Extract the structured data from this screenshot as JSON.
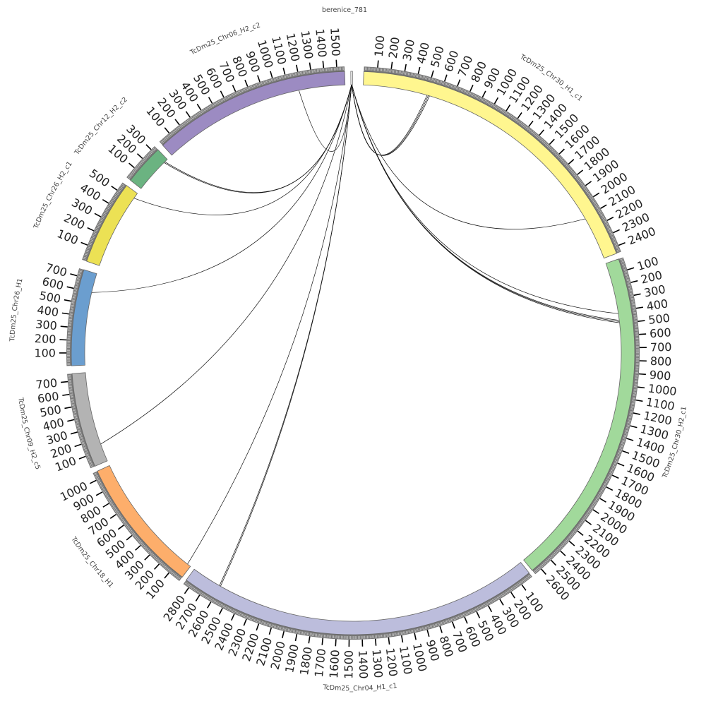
{
  "diagram": {
    "type": "circos",
    "tick_interval": 100,
    "sectors": [
      {
        "name": "berenice_781",
        "length": 10,
        "color": "#ffffff",
        "ticks": false
      },
      {
        "name": "TcDm25_Chr30_H1_c1",
        "length": 2450,
        "color": "#fff68f",
        "ticks": true
      },
      {
        "name": "TcDm25_Chr30_H2_c1",
        "length": 2660,
        "color": "#a1d99b",
        "ticks": true
      },
      {
        "name": "TcDm25_Chr04_H1_c1",
        "length": 2850,
        "color": "#bcbddc",
        "ticks": true
      },
      {
        "name": "TcDm25_Chr18_H1",
        "length": 1060,
        "color": "#fdae6b",
        "ticks": true
      },
      {
        "name": "TcDm25_Chr09_H2_c5",
        "length": 760,
        "color": "#b3b3b3",
        "ticks": true
      },
      {
        "name": "TcDm25_Chr26_H1",
        "length": 760,
        "color": "#6b9ecf",
        "ticks": true
      },
      {
        "name": "TcDm25_Chr26_H2_c1",
        "length": 560,
        "color": "#ece154",
        "ticks": true
      },
      {
        "name": "TcDm25_Chr12_H2_c2",
        "length": 340,
        "color": "#6bb381",
        "ticks": true
      },
      {
        "name": "TcDm25_Chr06_H2_c2",
        "length": 1560,
        "color": "#9c8bc2",
        "ticks": true
      }
    ],
    "links": [
      {
        "from": [
          "berenice_781",
          5
        ],
        "to": [
          "TcDm25_Chr06_H2_c2",
          1180
        ]
      },
      {
        "from": [
          "berenice_781",
          5
        ],
        "to": [
          "TcDm25_Chr30_H1_c1",
          505
        ]
      },
      {
        "from": [
          "berenice_781",
          5
        ],
        "to": [
          "TcDm25_Chr30_H1_c1",
          515
        ]
      },
      {
        "from": [
          "berenice_781",
          5
        ],
        "to": [
          "TcDm25_Chr30_H1_c1",
          525
        ]
      },
      {
        "from": [
          "berenice_781",
          5
        ],
        "to": [
          "TcDm25_Chr30_H1_c1",
          2110
        ]
      },
      {
        "from": [
          "berenice_781",
          6
        ],
        "to": [
          "TcDm25_Chr30_H2_c1",
          420
        ]
      },
      {
        "from": [
          "berenice_781",
          6
        ],
        "to": [
          "TcDm25_Chr30_H2_c1",
          475
        ]
      },
      {
        "from": [
          "berenice_781",
          6
        ],
        "to": [
          "TcDm25_Chr30_H2_c1",
          485
        ]
      },
      {
        "from": [
          "berenice_781",
          6
        ],
        "to": [
          "TcDm25_Chr30_H2_c1",
          495
        ]
      },
      {
        "from": [
          "berenice_781",
          4
        ],
        "to": [
          "TcDm25_Chr04_H1_c1",
          2595
        ]
      },
      {
        "from": [
          "berenice_781",
          4
        ],
        "to": [
          "TcDm25_Chr04_H1_c1",
          2605
        ]
      },
      {
        "from": [
          "berenice_781",
          4
        ],
        "to": [
          "TcDm25_Chr18_H1",
          30
        ]
      },
      {
        "from": [
          "berenice_781",
          4
        ],
        "to": [
          "TcDm25_Chr09_H2_c5",
          150
        ]
      },
      {
        "from": [
          "berenice_781",
          4
        ],
        "to": [
          "TcDm25_Chr26_H1",
          600
        ]
      },
      {
        "from": [
          "berenice_781",
          4
        ],
        "to": [
          "TcDm25_Chr26_H2_c1",
          520
        ]
      },
      {
        "from": [
          "berenice_781",
          4
        ],
        "to": [
          "TcDm25_Chr12_H2_c2",
          300
        ]
      },
      {
        "from": [
          "berenice_781",
          4
        ],
        "to": [
          "TcDm25_Chr12_H2_c2",
          310
        ]
      }
    ]
  }
}
